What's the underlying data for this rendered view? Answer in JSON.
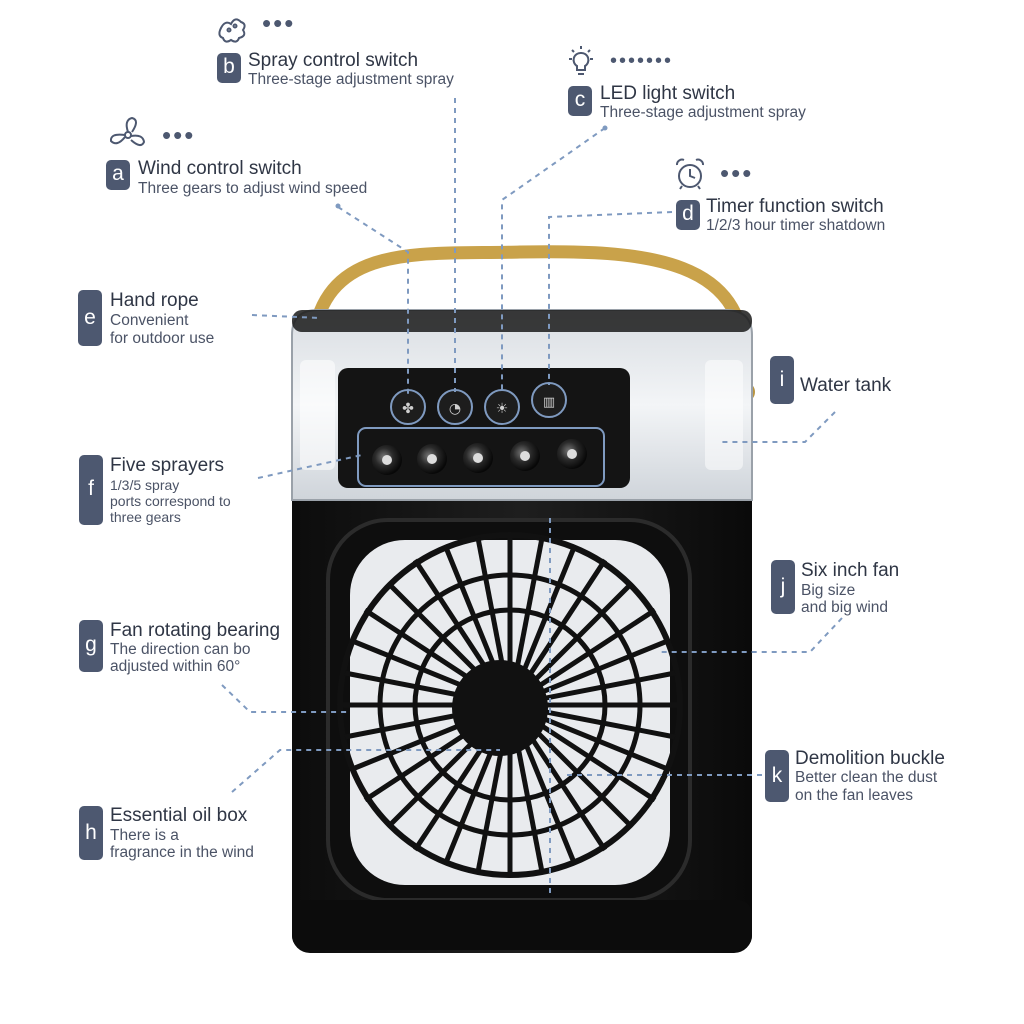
{
  "callouts": {
    "a": {
      "letter": "a",
      "title": "Wind control switch",
      "desc": "Three gears to adjust wind speed",
      "icon": "fan-icon"
    },
    "b": {
      "letter": "b",
      "title": "Spray control switch",
      "desc": "Three-stage adjustment spray",
      "icon": "spray-icon"
    },
    "c": {
      "letter": "c",
      "title": "LED light switch",
      "desc": "Three-stage adjustment spray",
      "icon": "light-bulb-icon"
    },
    "d": {
      "letter": "d",
      "title": "Timer function switch",
      "desc": "1/2/3 hour timer shatdown",
      "icon": "alarm-clock-icon"
    },
    "e": {
      "letter": "e",
      "title": "Hand rope",
      "desc1": "Convenient",
      "desc2": "for outdoor use"
    },
    "f": {
      "letter": "f",
      "title": "Five sprayers",
      "desc1": "1/3/5 spray",
      "desc2": "ports correspond to",
      "desc3": "three gears"
    },
    "g": {
      "letter": "g",
      "title": "Fan rotating bearing",
      "desc1": "The direction can bo",
      "desc2": "adjusted within 60°"
    },
    "h": {
      "letter": "h",
      "title": "Essential oil box",
      "desc1": "There is a",
      "desc2": "fragrance in the wind"
    },
    "i": {
      "letter": "i",
      "title": "Water tank"
    },
    "j": {
      "letter": "j",
      "title": "Six inch fan",
      "desc1": "Big size",
      "desc2": "and big wind"
    },
    "k": {
      "letter": "k",
      "title": "Demolition buckle",
      "desc1": "Better clean the dust",
      "desc2": "on the fan leaves"
    }
  },
  "colors": {
    "badge": "#4d5870",
    "dashed_line": "#7f9ac0",
    "handle": "#c9a24a",
    "body": "#151515"
  }
}
